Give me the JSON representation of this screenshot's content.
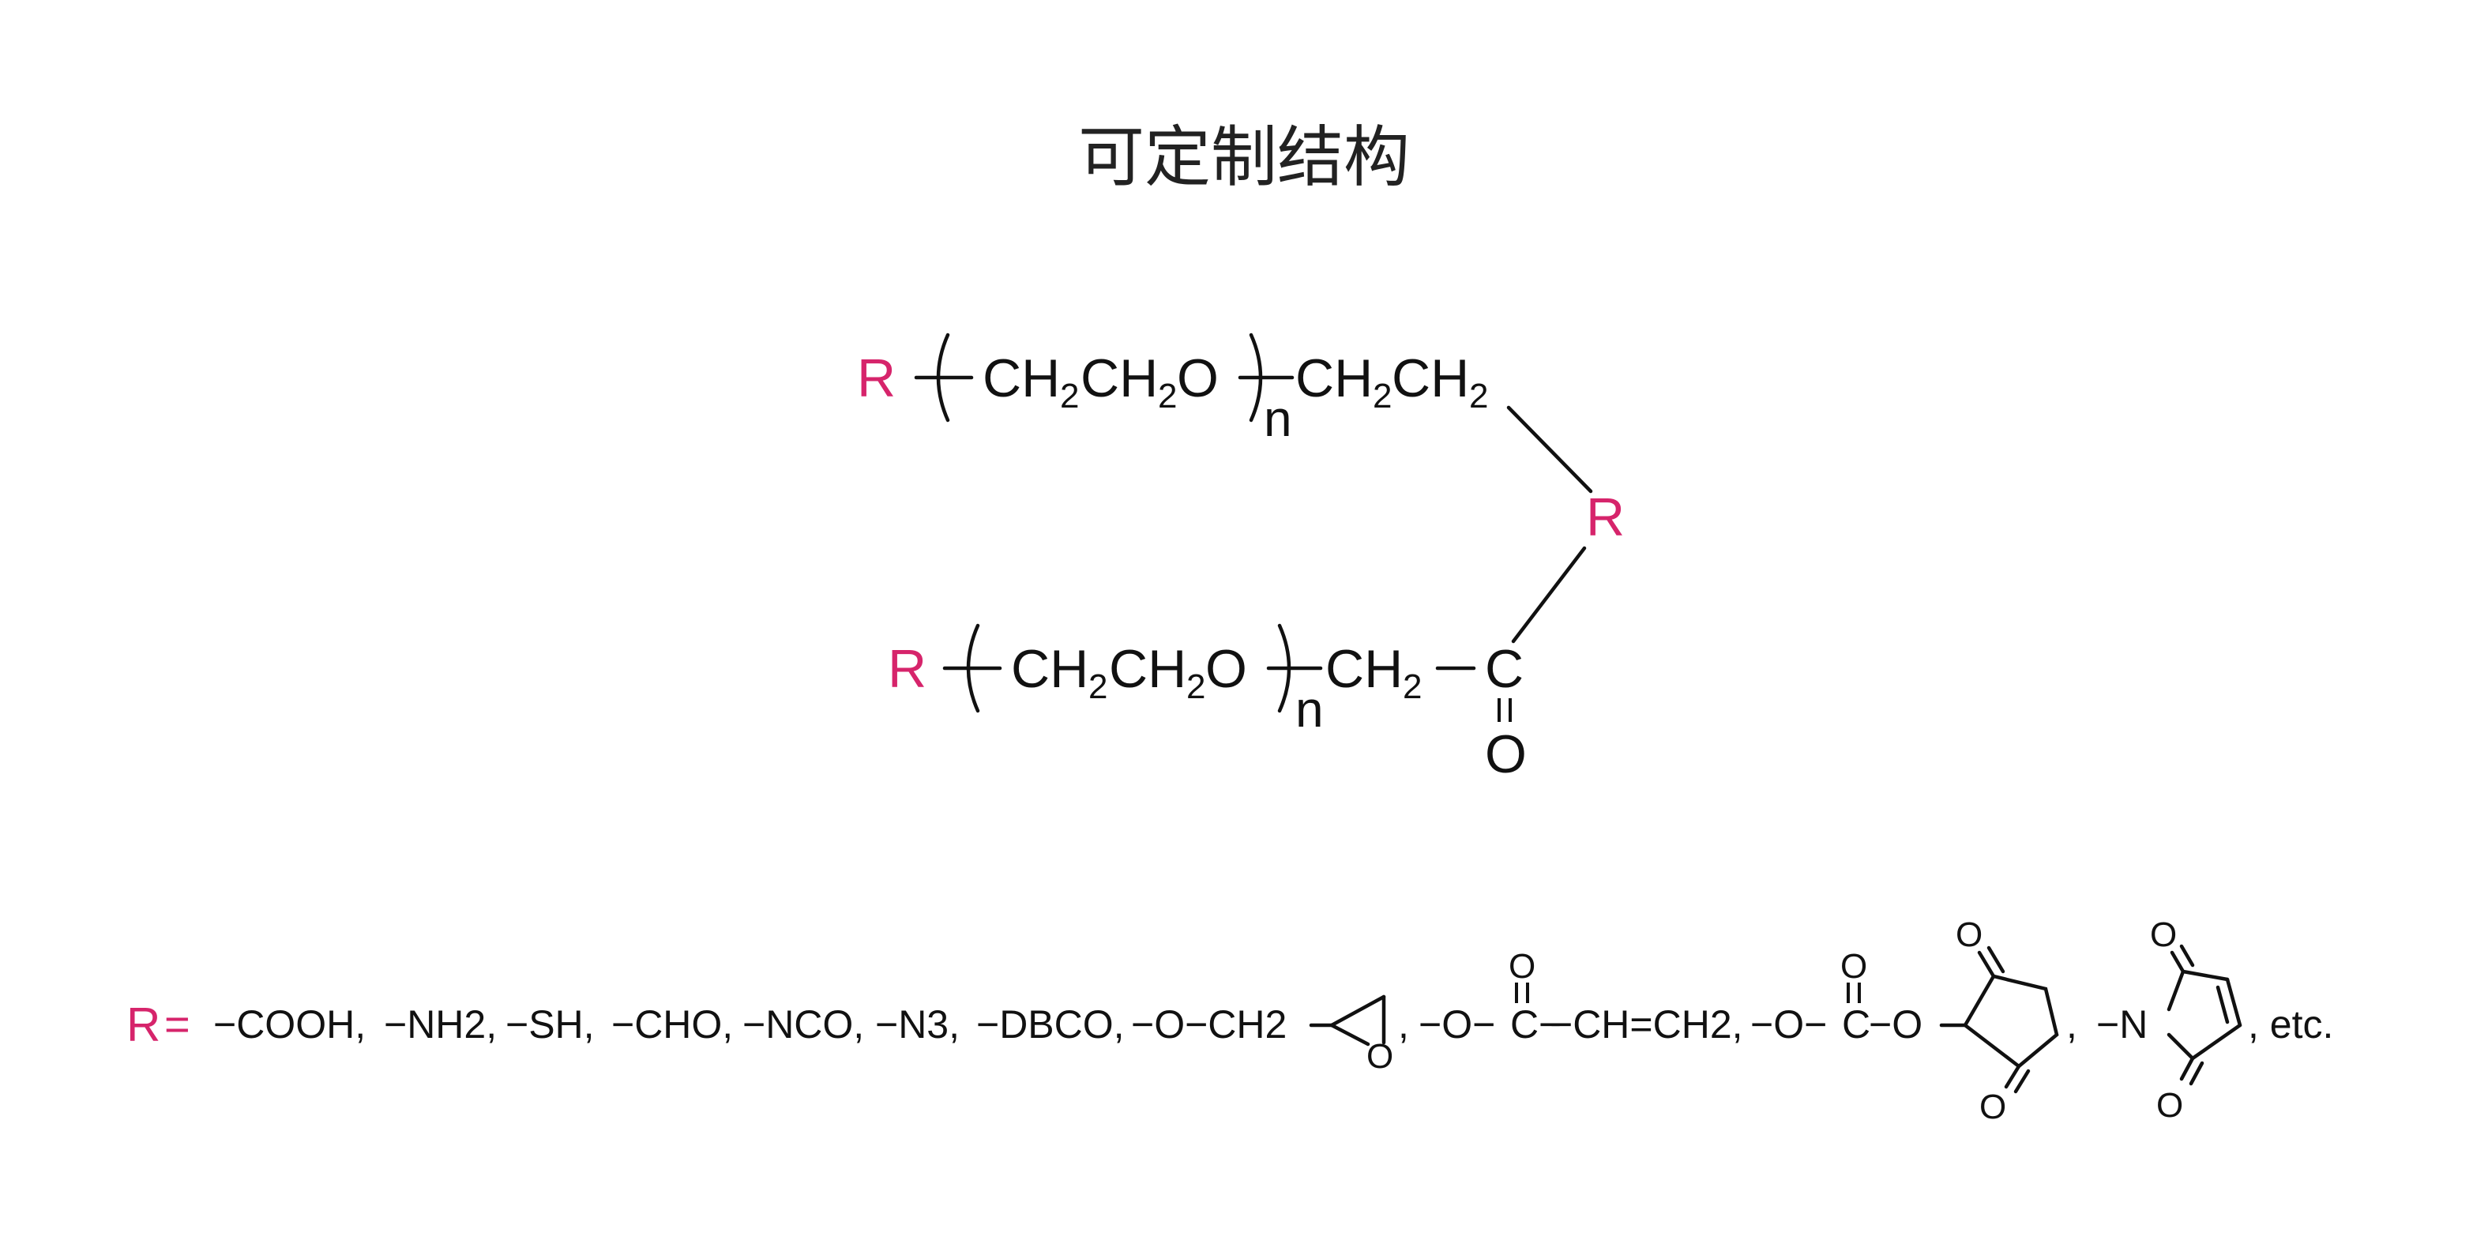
{
  "title": "可定制结构",
  "colors": {
    "r_group": "#d6246b",
    "ink": "#111111"
  },
  "structure": {
    "chain1": {
      "r": "R",
      "repeat": "CH2CH2O",
      "n": "n",
      "tail": "CH2CH2"
    },
    "linker": {
      "r": "R"
    },
    "chain2": {
      "r": "R",
      "repeat": "CH2CH2O",
      "n": "n",
      "tail": "CH2",
      "carbonyl_c": "C",
      "carbonyl_o": "O"
    }
  },
  "legend": {
    "r_label": "R",
    "equals": "=",
    "groups": [
      "−COOH,",
      "−NH2,",
      "−SH,",
      "−CHO,",
      "−NCO,",
      "−N3,",
      "−DBCO,"
    ],
    "epoxide": {
      "prefix": "−O−CH2",
      "o": "O",
      "comma": ","
    },
    "acrylate": {
      "prefix": "−O−",
      "c": "C",
      "o": "O",
      "suffix": "−CH=CH2,",
      "dash": "−"
    },
    "nhs_carbonate": {
      "prefix": "−O−",
      "c": "C",
      "o_top": "O",
      "o_link": "−O",
      "ring_o_top": "O",
      "ring_o_bottom": "O",
      "comma": ","
    },
    "maleimide": {
      "prefix": "−N",
      "o_top": "O",
      "o_bottom": "O"
    },
    "etc": ", etc."
  }
}
